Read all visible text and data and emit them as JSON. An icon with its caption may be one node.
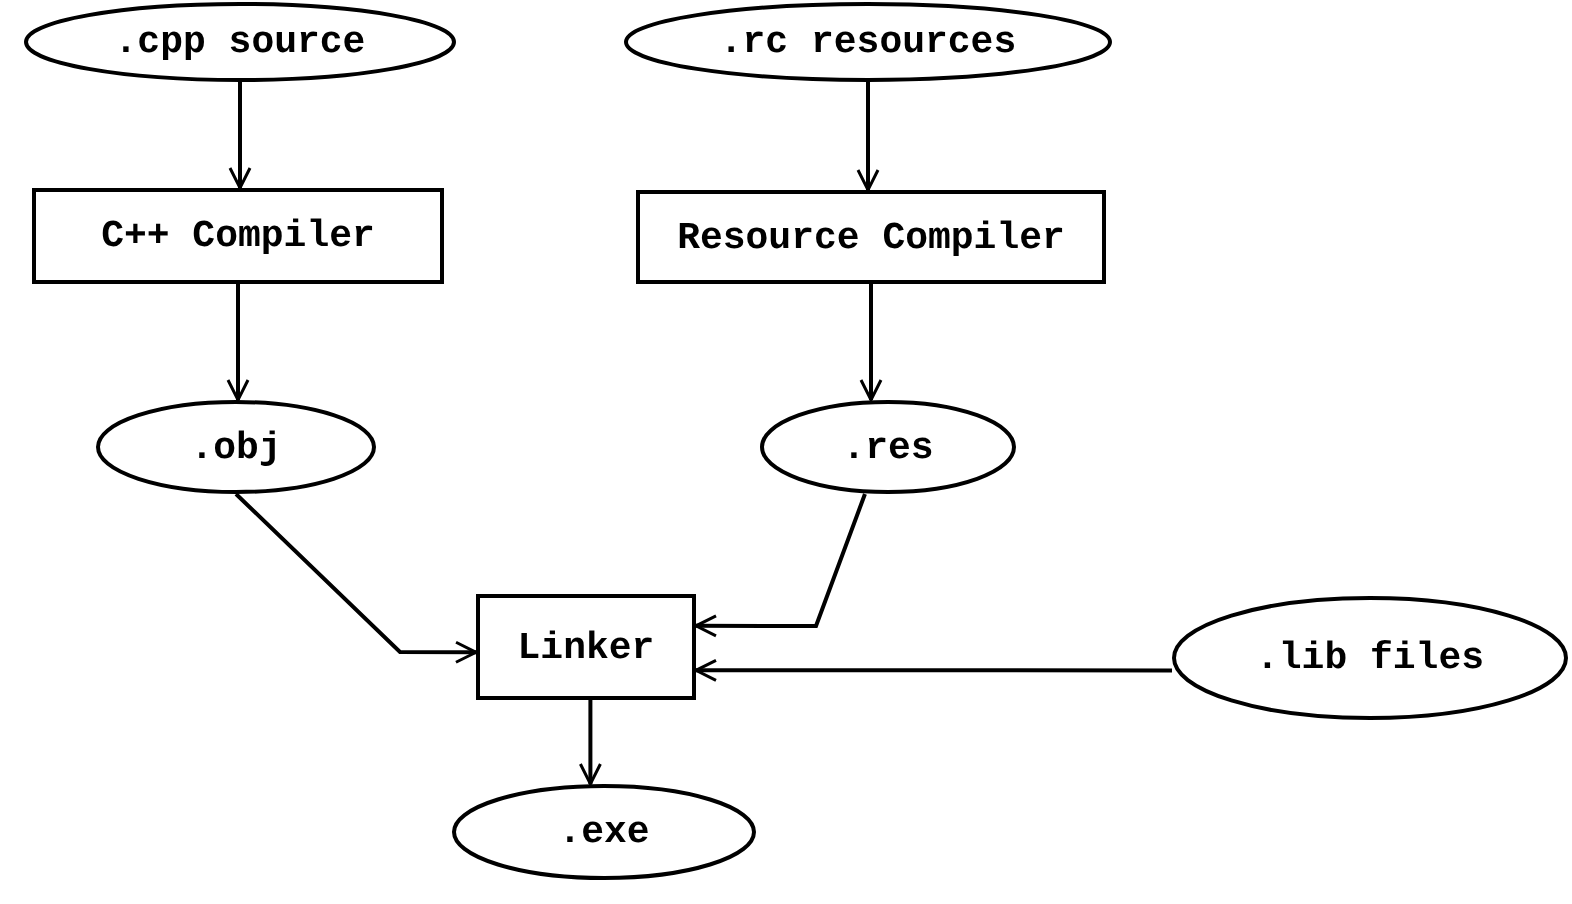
{
  "diagram": {
    "nodes": [
      {
        "text": [
          ".cpp source"
        ]
      },
      {
        "text": [
          ".rc resources"
        ]
      },
      {
        "text": [
          "C++ Compiler"
        ]
      },
      {
        "text": [
          "Resource Compiler"
        ]
      },
      {
        "text": [
          ".obj"
        ]
      },
      {
        "text": [
          ".res"
        ]
      },
      {
        "text": [
          "Linker"
        ]
      },
      {
        "text": [
          ".lib files"
        ]
      },
      {
        "text": [
          ".exe"
        ]
      }
    ],
    "edges": [
      {
        "from": 0,
        "to": 2,
        "arrow": "to"
      },
      {
        "from": 1,
        "to": 3,
        "arrow": "to"
      },
      {
        "from": 2,
        "to": 4,
        "arrow": "to"
      },
      {
        "from": 3,
        "to": 5,
        "arrow": "to"
      },
      {
        "from": 4,
        "to": 6,
        "arrow": "to"
      },
      {
        "from": 5,
        "to": 6,
        "arrow": "to"
      },
      {
        "from": 7,
        "to": 6,
        "arrow": "to"
      },
      {
        "from": 6,
        "to": 8,
        "arrow": "to"
      }
    ]
  }
}
